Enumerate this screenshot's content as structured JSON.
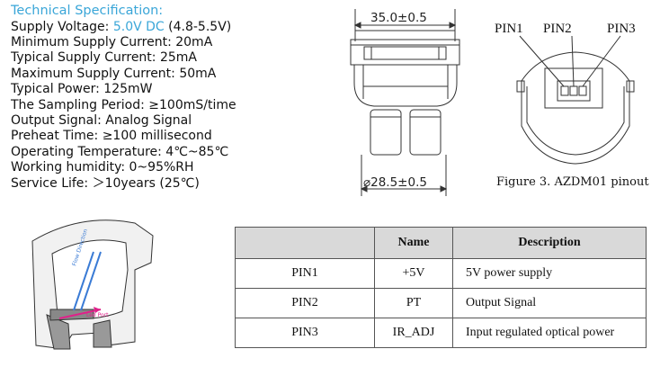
{
  "spec": {
    "title": "Technical Specification:",
    "lines": {
      "voltage_label": "Supply Voltage: ",
      "voltage_value": "5.0V DC",
      "voltage_range": " (4.8-5.5V)",
      "min_current": "Minimum Supply Current: 20mA",
      "typ_current": "Typical Supply Current: 25mA",
      "max_current": "Maximum Supply Current: 50mA",
      "power": "Typical Power: 125mW",
      "sampling": "The Sampling Period: ≥100mS/time",
      "output": "Output Signal: Analog Signal",
      "preheat": "Preheat Time: ≥100 millisecond",
      "op_temp": "Operating Temperature: 4℃~85℃",
      "humidity": "Working humidity: 0~95%RH",
      "service": "Service Life: ＞10years (25℃)"
    }
  },
  "drawing": {
    "dim_top": "35.0±0.5",
    "dim_bottom": "⌀28.5±0.5",
    "pin1": "PIN1",
    "pin2": "PIN2",
    "pin3": "PIN3",
    "flow_label": "Flow Direction",
    "led_label": "Led Port"
  },
  "figure_caption": "Figure 3. AZDM01 pinout",
  "table": {
    "headers": [
      "",
      "Name",
      "Description"
    ],
    "rows": [
      {
        "pin": "PIN1",
        "name": "+5V",
        "desc": "5V power supply"
      },
      {
        "pin": "PIN2",
        "name": "PT",
        "desc": "Output Signal"
      },
      {
        "pin": "PIN3",
        "name": "IR_ADJ",
        "desc": "Input regulated optical power"
      }
    ]
  },
  "colors": {
    "accent": "#3aa6d8",
    "header_bg": "#d9d9d9"
  }
}
